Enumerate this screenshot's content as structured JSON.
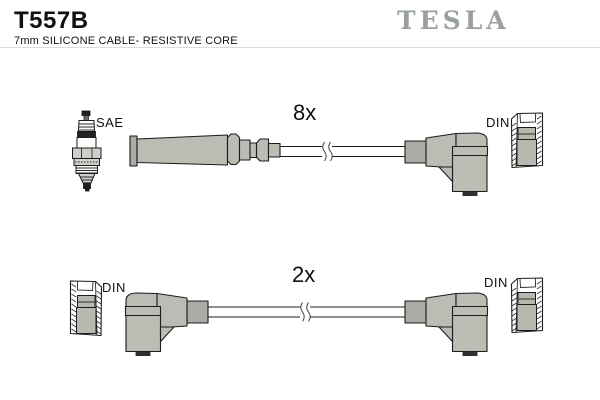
{
  "header": {
    "part_number": "T557B",
    "subtitle": "7mm SILICONE CABLE- RESISTIVE CORE",
    "brand": "TESLA"
  },
  "top_assembly": {
    "quantity": "8x",
    "left_connector": "SAE",
    "right_connector": "DIN"
  },
  "bottom_assembly": {
    "quantity": "2x",
    "left_connector": "DIN",
    "right_connector": "DIN"
  },
  "icons": {
    "spark_plug": "spark-plug-icon",
    "din_connector": "din-connector-cross-section-icon",
    "cable_break": "cable-break-icon"
  },
  "colors": {
    "background": "#ffffff",
    "outline": "#1c1c1c",
    "boot_fill": "#b9bdb4",
    "collar_fill": "#a9ada5",
    "logo_gray": "#9aa19a",
    "text": "#111111"
  }
}
